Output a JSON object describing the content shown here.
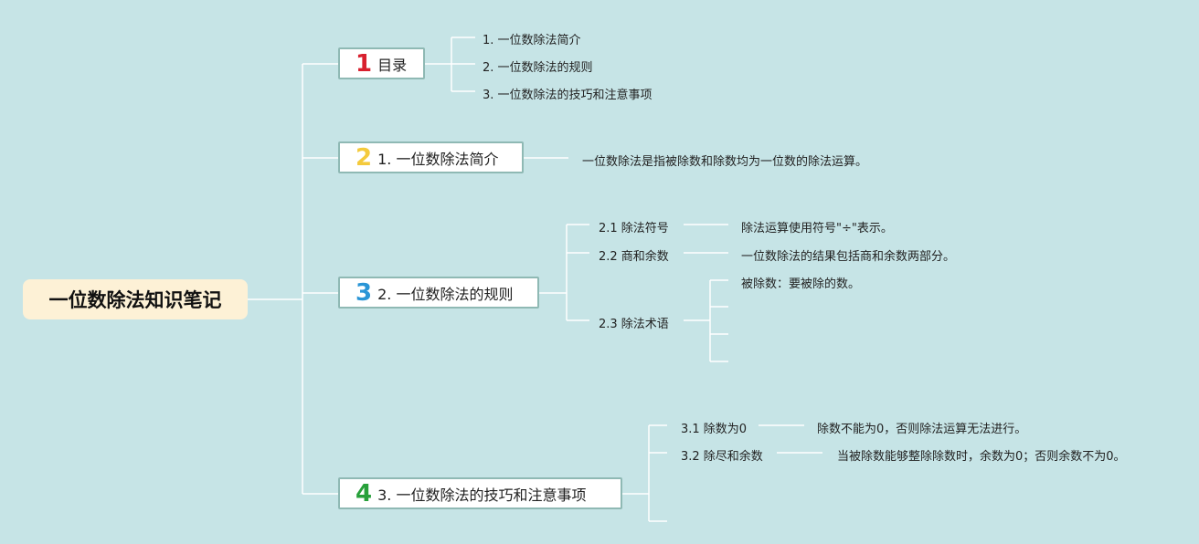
{
  "root": {
    "title": "一位数除法知识笔记"
  },
  "branches": [
    {
      "num": "1",
      "num_color": "#d8202e",
      "label": "目录"
    },
    {
      "num": "2",
      "num_color": "#f4ca3c",
      "label": "1. 一位数除法简介"
    },
    {
      "num": "3",
      "num_color": "#2a95d6",
      "label": "2. 一位数除法的规则"
    },
    {
      "num": "4",
      "num_color": "#27a03a",
      "label": "3. 一位数除法的技巧和注意事项"
    }
  ],
  "toc": [
    "1. 一位数除法简介",
    "2. 一位数除法的规则",
    "3. 一位数除法的技巧和注意事项"
  ],
  "intro_text": "一位数除法是指被除数和除数均为一位数的除法运算。",
  "rules": [
    {
      "label": "2.1 除法符号",
      "text": "除法运算使用符号\"÷\"表示。"
    },
    {
      "label": "2.2 商和余数",
      "text": "一位数除法的结果包括商和余数两部分。"
    },
    {
      "label": "2.3 除法术语",
      "text": "被除数：要被除的数。"
    }
  ],
  "tips": [
    {
      "label": "3.1 除数为0",
      "text": "除数不能为0，否则除法运算无法进行。"
    },
    {
      "label": "3.2 除尽和余数",
      "text": "当被除数能够整除除数时，余数为0；否则余数不为0。"
    }
  ],
  "colors": {
    "background": "#c6e4e6",
    "line": "#ffffff",
    "box_border": "#8fb9b4",
    "root_bg": "#fdf1d6"
  }
}
